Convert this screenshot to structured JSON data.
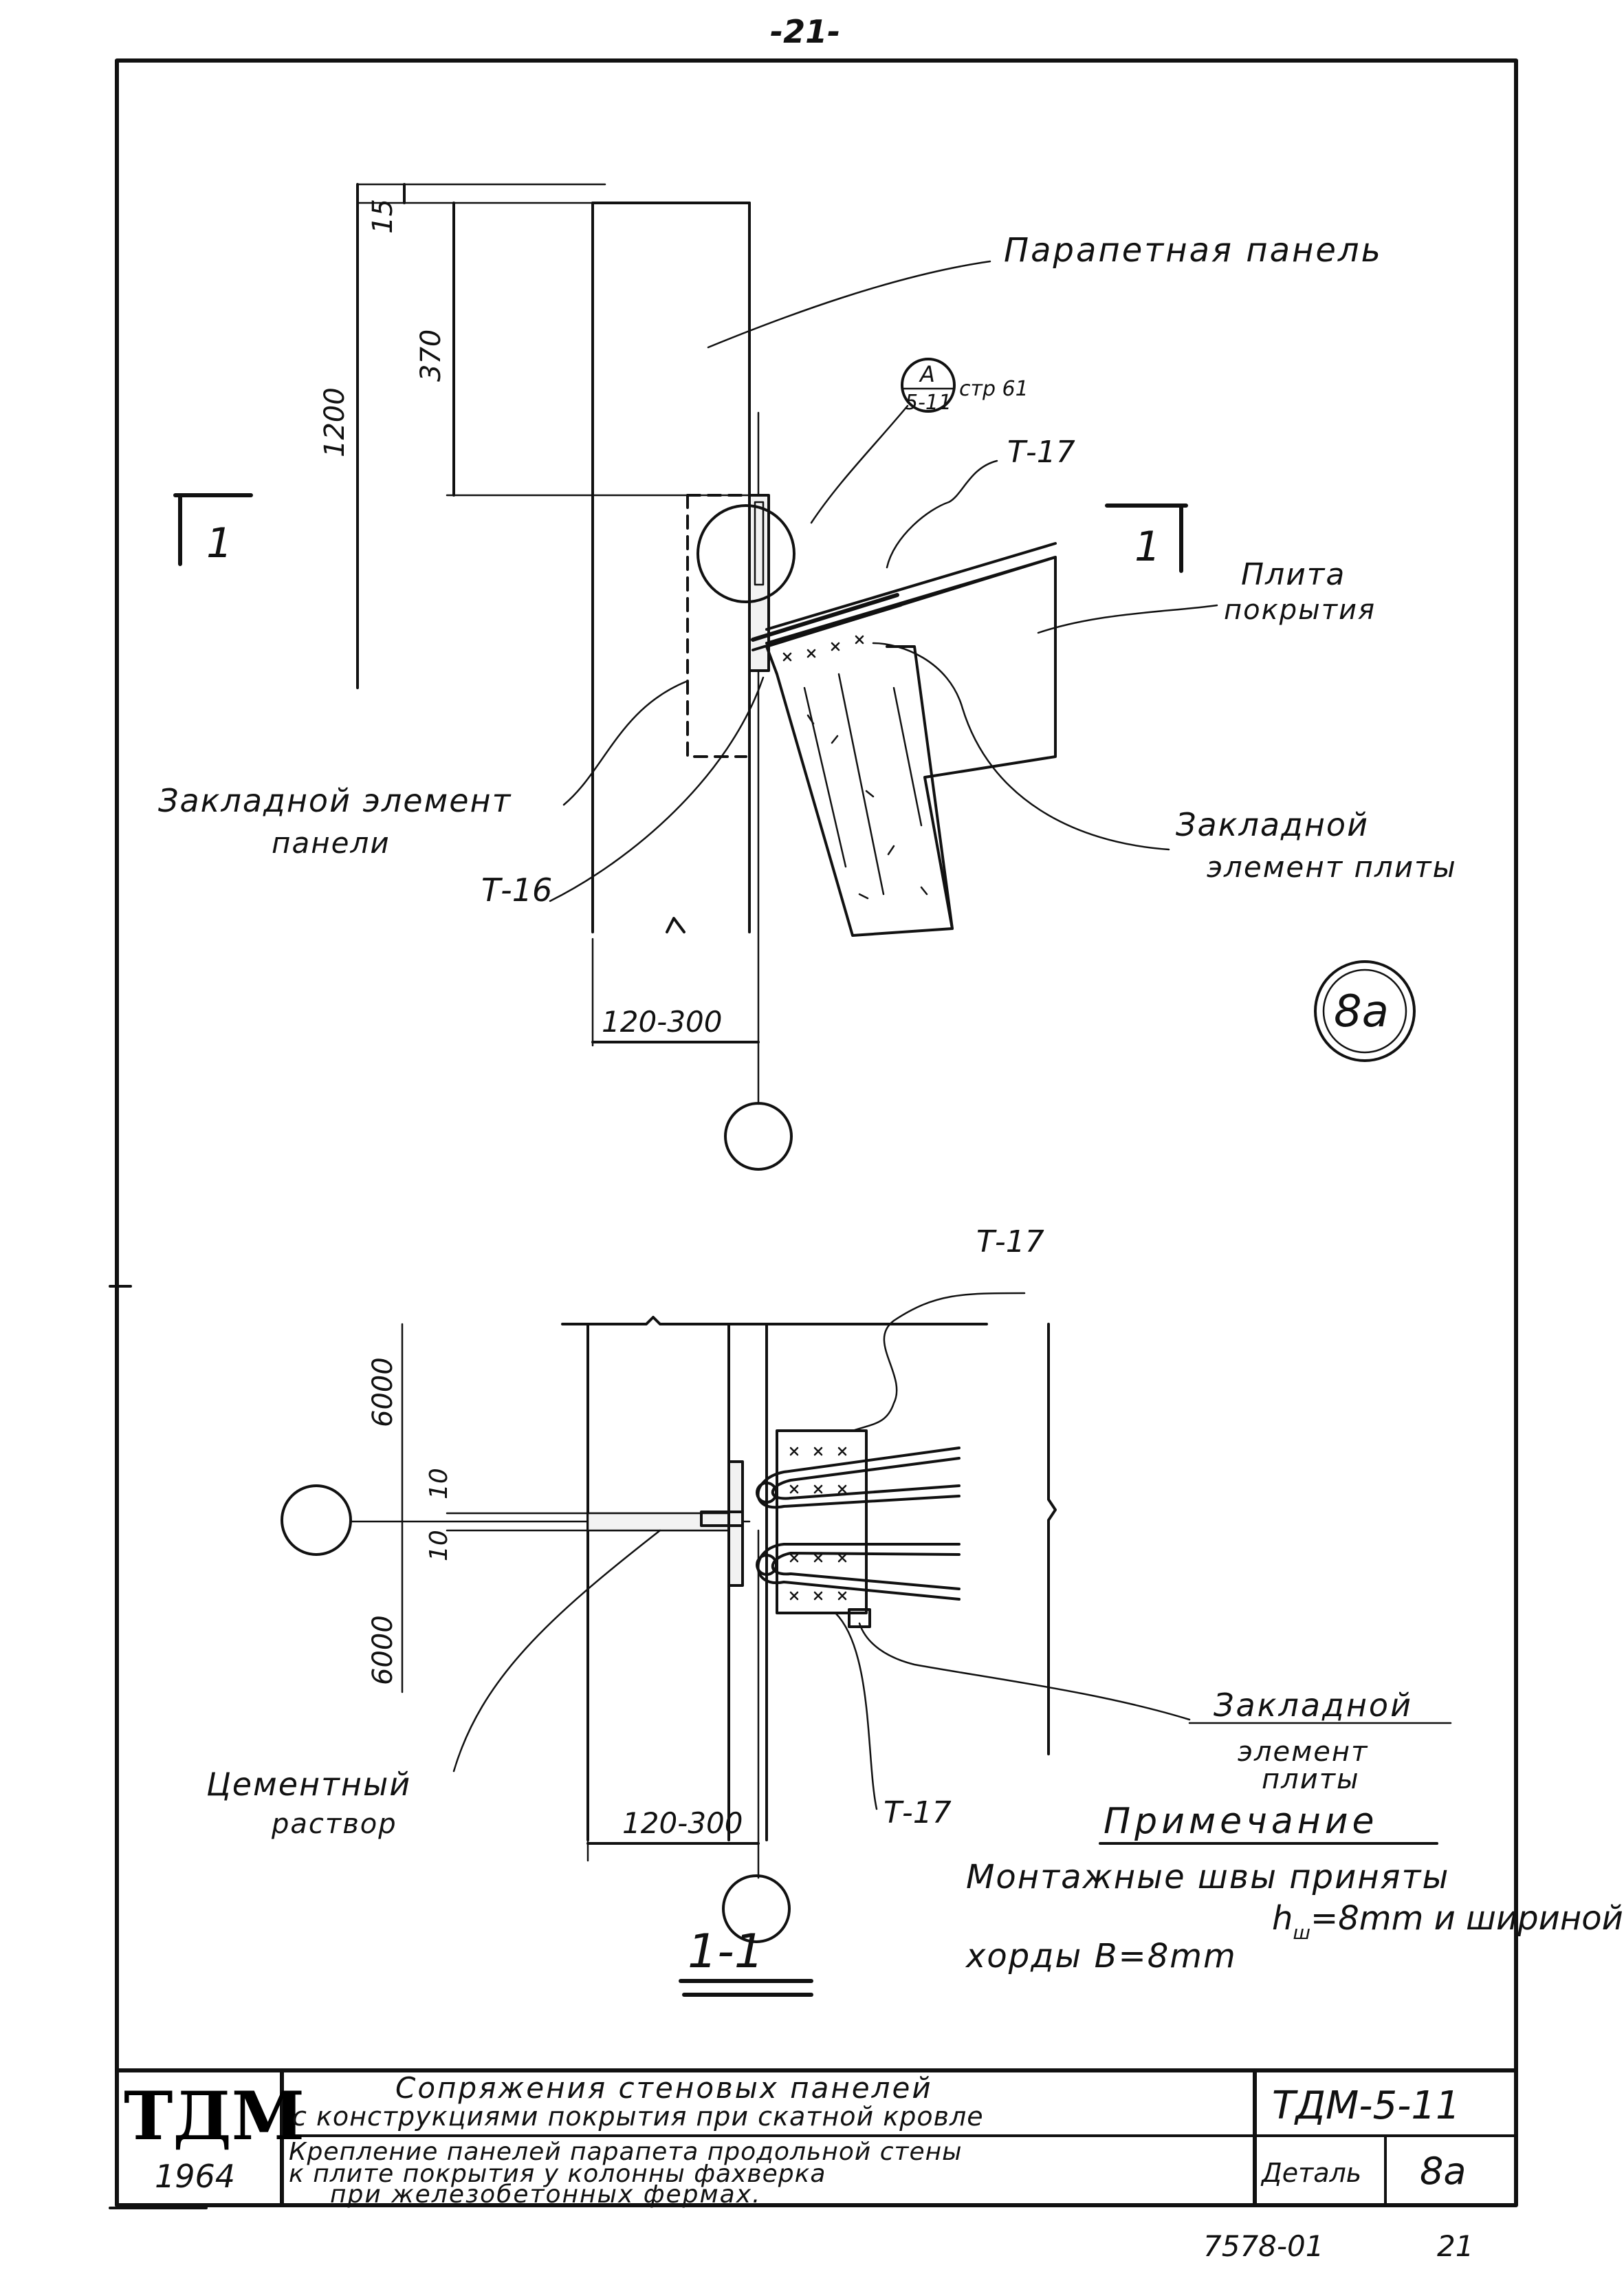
{
  "page_number": "-21-",
  "section_top": {
    "dimensions": {
      "d15": "15",
      "d370": "370",
      "d1200": "1200",
      "d120_300": "120-300"
    },
    "section_mark_left": "1",
    "section_mark_right": "1",
    "callout": {
      "top": "A",
      "bottom": "5-11",
      "ref": "стр 61"
    },
    "labels": {
      "parapet_panel": "Парапетная панель",
      "t17": "Т-17",
      "slab_line1": "Плита",
      "slab_line2": "покрытия",
      "embed_panel_line1": "Закладной элемент",
      "embed_panel_line2": "панели",
      "t16": "Т-16",
      "embed_slab_line1": "Закладной",
      "embed_slab_line2": "элемент плиты"
    },
    "detail_mark": "8а"
  },
  "section_bottom": {
    "dimensions": {
      "d6000_top": "6000",
      "d10_a": "10",
      "d10_b": "10",
      "d6000_bottom": "6000",
      "d120_300": "120-300"
    },
    "labels": {
      "t17_top": "Т-17",
      "t17_bottom": "Т-17",
      "cement_line1": "Цементный",
      "cement_line2": "раствор",
      "embed_line1": "Закладной",
      "embed_line2": "элемент",
      "embed_line3": "плиты"
    },
    "section_title": "1-1"
  },
  "note": {
    "title": "Примечание",
    "line1": "Монтажные швы приняты",
    "line2": "h",
    "line2_sub": "ш",
    "line2_rest": "=8mm и шириной",
    "line3": "хорды B=8mm"
  },
  "title_block": {
    "logo": "ТДМ",
    "year": "1964",
    "title_line1": "Сопряжения стеновых панелей",
    "title_line2": "с конструкциями покрытия при скатной кровле",
    "code": "ТДМ-5-11",
    "desc_line1": "Крепление панелей парапета продольной стены",
    "desc_line2": "к плите покрытия у колонны фахверка",
    "desc_line3": "при железобетонных фермах.",
    "detail_label": "Деталь",
    "detail_value": "8а"
  },
  "footer": {
    "sheet_code": "7578-01",
    "page": "21"
  }
}
